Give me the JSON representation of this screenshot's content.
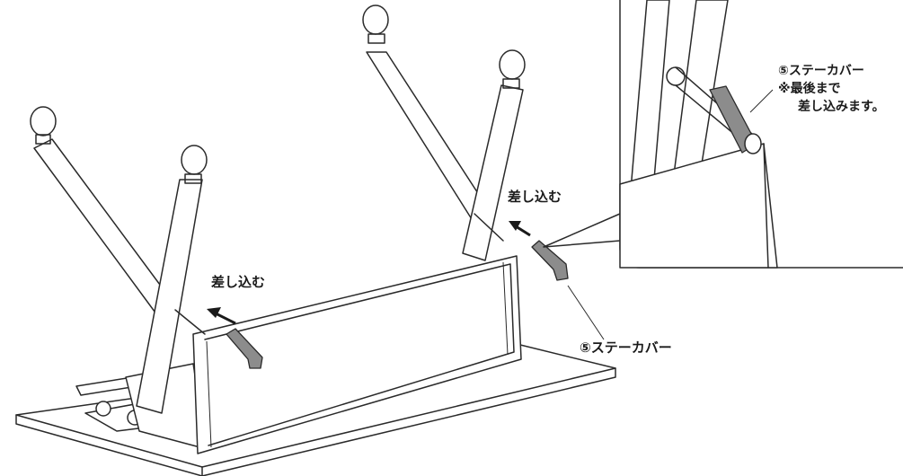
{
  "labels": {
    "insert_left": "差し込む",
    "insert_right": "差し込む",
    "part_label": "⑤ステーカバー",
    "detail_part_label": "⑤ステーカバー",
    "detail_note_line1": "※最後まで",
    "detail_note_line2": "差し込みます。"
  },
  "colors": {
    "line": "#2a2a2a",
    "cover_fill": "#8c8c8c",
    "background": "#ffffff"
  }
}
